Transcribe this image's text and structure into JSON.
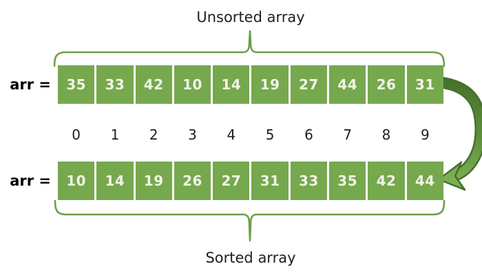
{
  "diagram": {
    "top_label": "Unsorted array",
    "bottom_label": "Sorted array",
    "array_variable_label": "arr =",
    "unsorted_values": [
      "35",
      "33",
      "42",
      "10",
      "14",
      "19",
      "27",
      "44",
      "26",
      "31"
    ],
    "sorted_values": [
      "10",
      "14",
      "19",
      "26",
      "27",
      "31",
      "33",
      "35",
      "42",
      "44"
    ],
    "indices": [
      "0",
      "1",
      "2",
      "3",
      "4",
      "5",
      "6",
      "7",
      "8",
      "9"
    ],
    "colors": {
      "cell_green": "#76A84E",
      "cell_text": "#EFF5E5",
      "brace_green": "#6E9E47",
      "arrow_dark": "#44702A",
      "arrow_mid": "#5E8E3B",
      "arrow_light": "#7BAD53",
      "text_dark": "#1F1F1F",
      "bg": "#FFFFFF"
    }
  }
}
